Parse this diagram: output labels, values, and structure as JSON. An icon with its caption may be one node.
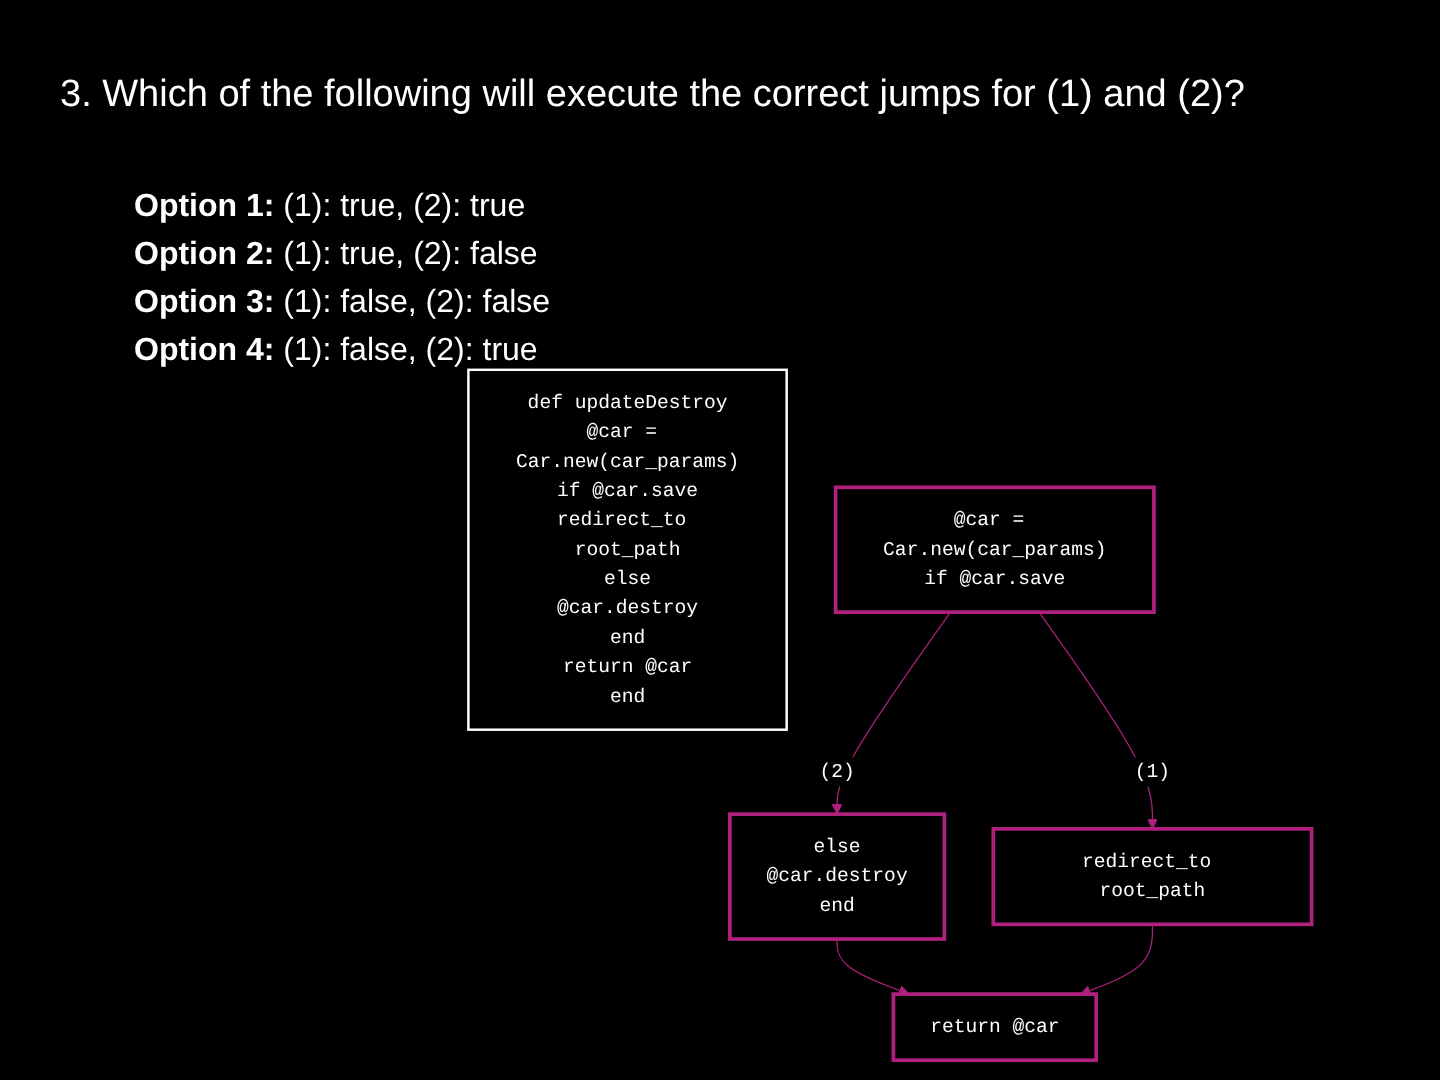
{
  "diagram": {
    "title": "3. Which of the following will execute the correct jumps for (1) and (2)?",
    "nodes": [
      {
        "text": [
          "def updateDestroy",
          "@car = Car.new(car_params)",
          "if @car.save",
          "redirect_to root_path",
          "else",
          "@car.destroy",
          "end",
          "return @car",
          "end"
        ]
      },
      {
        "text": [
          "@car = Car.new(car_params)",
          "if @car.save"
        ]
      },
      {
        "text": [
          "else",
          "@car.destroy",
          "end"
        ]
      },
      {
        "text": [
          "redirect_to root_path"
        ]
      },
      {
        "text": [
          "return @car"
        ]
      }
    ],
    "edges": [
      {
        "from": 1,
        "to": 2,
        "arrow": "to",
        "label": "(2)"
      },
      {
        "from": 1,
        "to": 3,
        "arrow": "to",
        "label": "(1)"
      },
      {
        "from": 2,
        "to": 4,
        "arrow": "to"
      },
      {
        "from": 3,
        "to": 4,
        "arrow": "to"
      }
    ],
    "labels": [
      "**Option 1:** (1): true, (2): true",
      "**Option 2:** (1): true, (2): false",
      "**Option 3:** (1): false, (2): false",
      "**Option 4:** (1): false, (2): true"
    ]
  }
}
